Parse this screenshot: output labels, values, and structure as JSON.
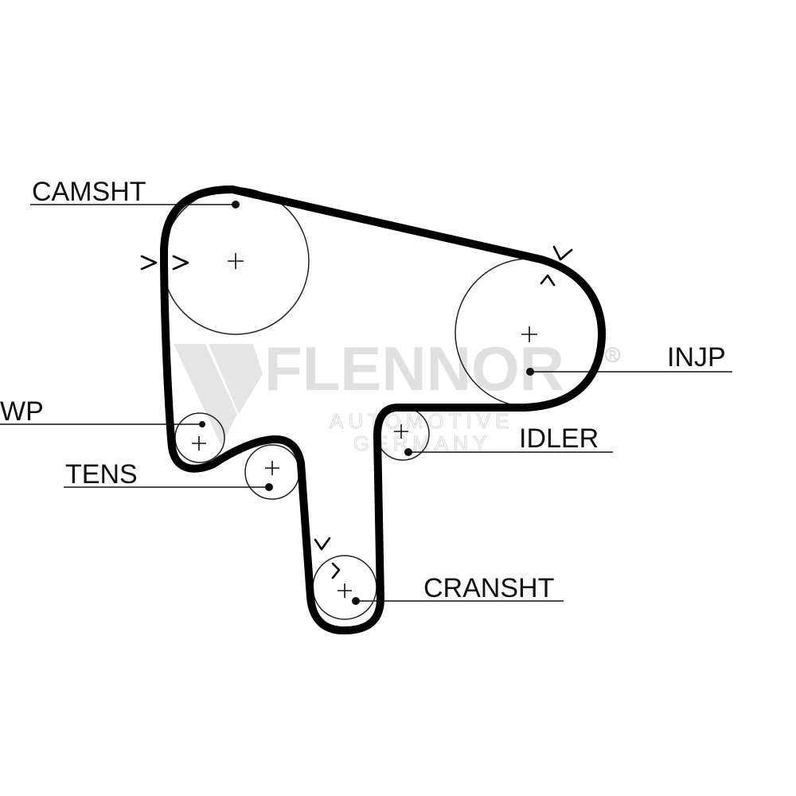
{
  "diagram": {
    "labels": {
      "camshaft": "CAMSHT",
      "injection_pump": "INJP",
      "water_pump": "WP",
      "idler": "IDLER",
      "tensioner": "TENS",
      "crankshaft": "CRANSHT"
    },
    "watermark": {
      "brand": "FLENNOR",
      "registered": "®",
      "line1": "AUTOMOTIVE",
      "line2": "GERMANY"
    },
    "colors": {
      "belt": "#000000",
      "watermark": "#c8c8c8"
    }
  }
}
